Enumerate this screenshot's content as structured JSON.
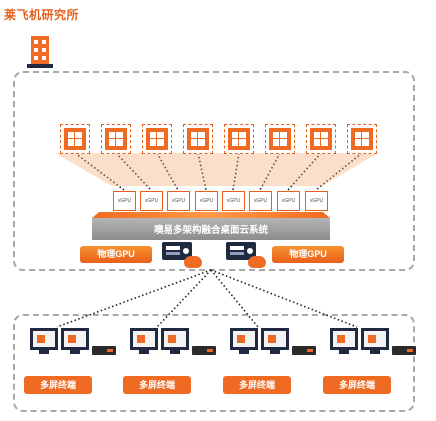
{
  "org": {
    "title": "莱飞机研究所"
  },
  "platform": {
    "label": "噢易多架构融合桌面云系统"
  },
  "gpu": {
    "left_label": "物理GPU",
    "right_label": "物理GPU"
  },
  "vgpu_label": "vGPU",
  "terminals": [
    {
      "label": "多屏终端"
    },
    {
      "label": "多屏终端"
    },
    {
      "label": "多屏终端"
    },
    {
      "label": "多屏终端"
    }
  ],
  "colors": {
    "accent": "#ef6a22",
    "navy": "#1f2a40",
    "platform_gray": "#9e9e9e",
    "panel_border": "#a8a8a8"
  },
  "icons": [
    "building-icon",
    "windows-icon",
    "server-icon",
    "cloud-icon",
    "monitor-icon"
  ]
}
